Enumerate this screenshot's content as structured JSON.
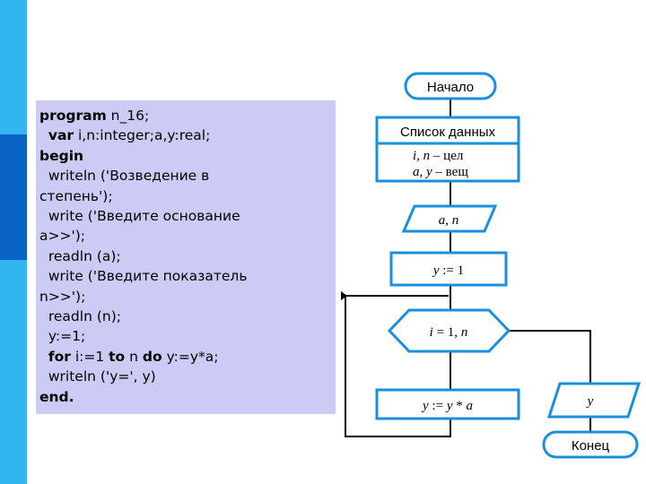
{
  "code": {
    "lines": [
      {
        "kw": "program",
        "rest": " n_16;"
      },
      {
        "indent": "  ",
        "kw": "var",
        "rest": " i,n:integer;a,y:real;"
      },
      {
        "kw": "begin",
        "rest": ""
      },
      {
        "indent": "  ",
        "kw": "",
        "rest": "writeln ('Возведение в"
      },
      {
        "kw": "",
        "rest": "степень');"
      },
      {
        "indent": "  ",
        "kw": "",
        "rest": "write ('Введите основание"
      },
      {
        "kw": "",
        "rest": "a>>');"
      },
      {
        "indent": "  ",
        "kw": "",
        "rest": "readln (a);"
      },
      {
        "indent": "  ",
        "kw": "",
        "rest": "write ('Введите показатель"
      },
      {
        "kw": "",
        "rest": "n>>');"
      },
      {
        "indent": "  ",
        "kw": "",
        "rest": "readln (n);"
      },
      {
        "indent": "  ",
        "kw": "",
        "rest": "y:=1;"
      },
      {
        "indent": "  ",
        "kw": "for",
        "rest": " i:=1 ",
        "kw2": "to",
        "rest2": " n ",
        "kw3": "do",
        "rest3": " y:=y*a;"
      },
      {
        "indent": "  ",
        "kw": "",
        "rest": "writeln ('y=', y)"
      },
      {
        "kw": "end.",
        "rest": ""
      }
    ]
  },
  "flowchart": {
    "start": "Начало",
    "data_title": "Список данных",
    "data_line1_vars": "i, n",
    "data_line1_type": " – цел",
    "data_line2_vars": "a, y",
    "data_line2_type": " – вещ",
    "input_vars": "a, n",
    "init_var": "y",
    "init_rest": " := 1",
    "loop_var": "i",
    "loop_rest": " = 1, ",
    "loop_end": "n",
    "body_lhs": "y",
    "body_op": " := ",
    "body_rhs1": "y",
    "body_mult": " * ",
    "body_rhs2": "a",
    "output_var": "y",
    "end": "Конец"
  },
  "colors": {
    "stripe": "#33b5f0",
    "stripe_dark": "#0a64c8",
    "code_bg": "#cbcbf5",
    "shape_border": "#1a8fe0"
  }
}
